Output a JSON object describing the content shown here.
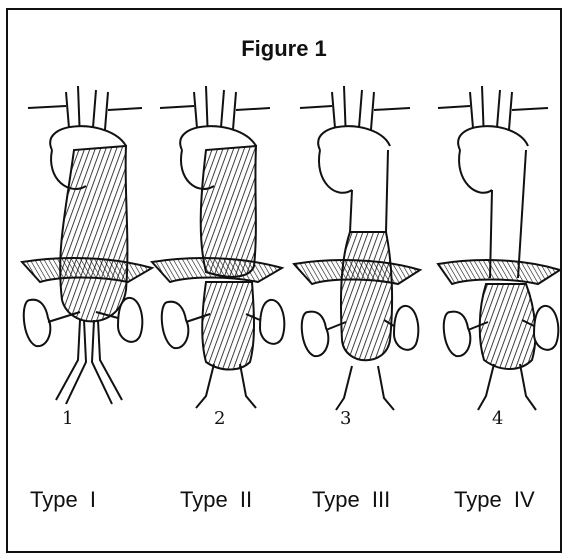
{
  "figure": {
    "title": "Figure 1"
  },
  "panels": [
    {
      "number": "1",
      "label": "Type  I"
    },
    {
      "number": "2",
      "label": "Type  II"
    },
    {
      "number": "3",
      "label": "Type  III"
    },
    {
      "number": "4",
      "label": "Type  IV"
    }
  ],
  "colors": {
    "ink": "#111111",
    "background": "#ffffff"
  }
}
